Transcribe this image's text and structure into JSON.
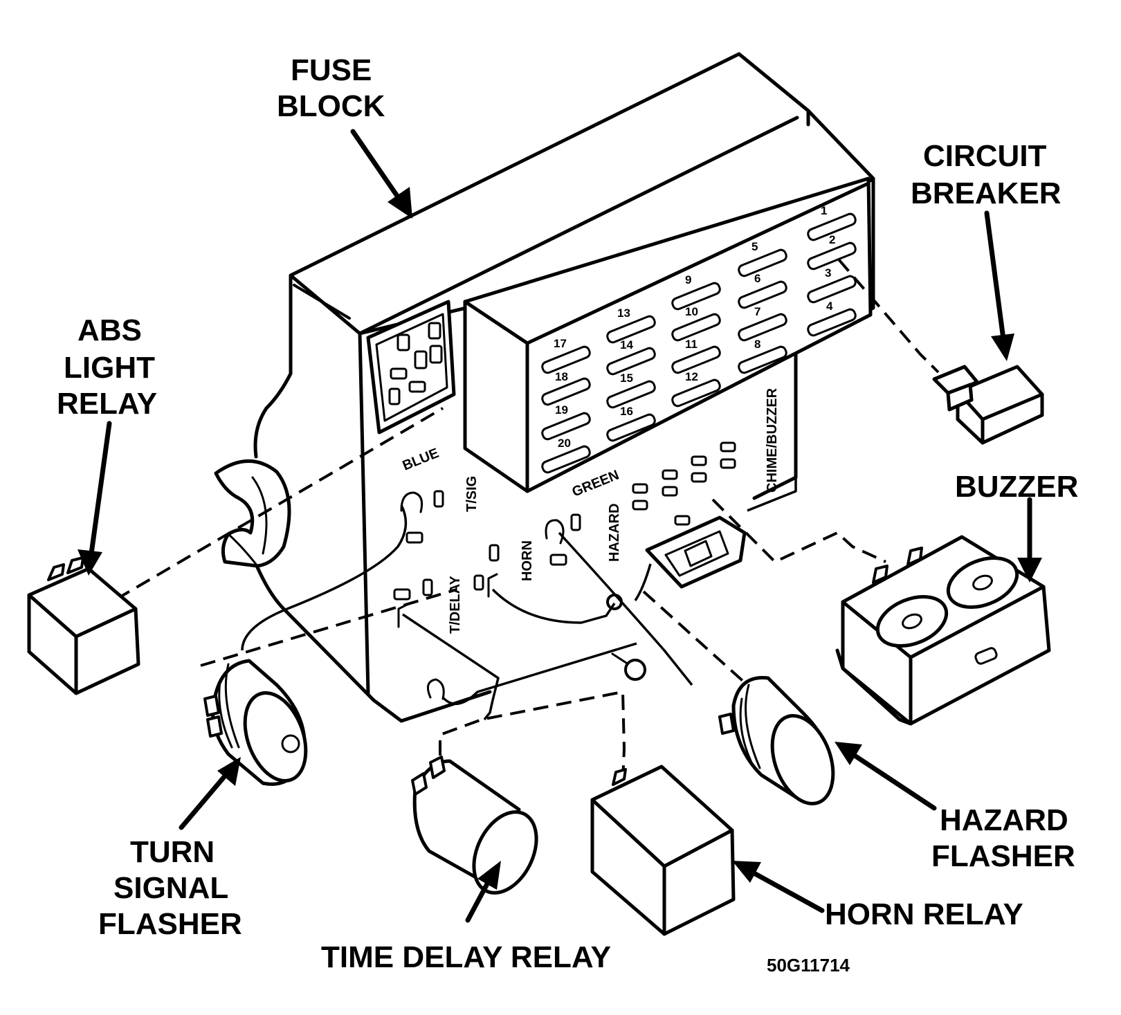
{
  "labels": {
    "fuse_block_1": "FUSE",
    "fuse_block_2": "BLOCK",
    "circuit_breaker_1": "CIRCUIT",
    "circuit_breaker_2": "BREAKER",
    "abs_1": "ABS",
    "abs_2": "LIGHT",
    "abs_3": "RELAY",
    "buzzer": "BUZZER",
    "turn_1": "TURN",
    "turn_2": "SIGNAL",
    "turn_3": "FLASHER",
    "time_delay": "TIME DELAY RELAY",
    "hazard_1": "HAZARD",
    "hazard_2": "FLASHER",
    "horn_relay": "HORN RELAY",
    "code": "50G11714"
  },
  "socket_labels": {
    "blue": "BLUE",
    "t_sig": "T/SIG",
    "green": "GREEN",
    "hazard": "HAZARD",
    "horn": "HORN",
    "t_delay": "T/DELAY",
    "chime_buzzer": "CHIME/BUZZER"
  },
  "fuse_numbers": [
    "1",
    "2",
    "3",
    "4",
    "5",
    "6",
    "7",
    "8",
    "9",
    "10",
    "11",
    "12",
    "13",
    "14",
    "15",
    "16",
    "17",
    "18",
    "19",
    "20"
  ]
}
